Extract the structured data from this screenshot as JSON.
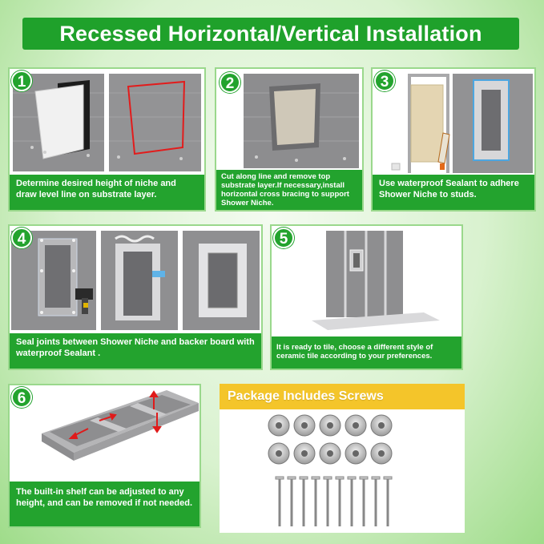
{
  "title": "Recessed Horizontal/Vertical Installation",
  "steps": [
    {
      "number": "1",
      "caption": "Determine desired height of niche and draw level line on substrate layer."
    },
    {
      "number": "2",
      "caption": "Cut along line and remove top substrate layer.If necessary,install horizontal cross bracing  to support Shower Niche."
    },
    {
      "number": "3",
      "caption": "Use waterproof Sealant to adhere Shower Niche to studs."
    },
    {
      "number": "4",
      "caption": "Seal joints between Shower Niche and backer board with waterproof Sealant ."
    },
    {
      "number": "5",
      "caption": "It is ready to tile, choose a different style of ceramic tile according to your preferences."
    },
    {
      "number": "6",
      "caption": "The built-in shelf can be adjusted to any height, and can be removed if not needed."
    }
  ],
  "package": {
    "heading": "Package Includes Screws"
  },
  "colors": {
    "green": "#23a32e",
    "yellow": "#f4c52a",
    "wall": "#8e8e90"
  }
}
